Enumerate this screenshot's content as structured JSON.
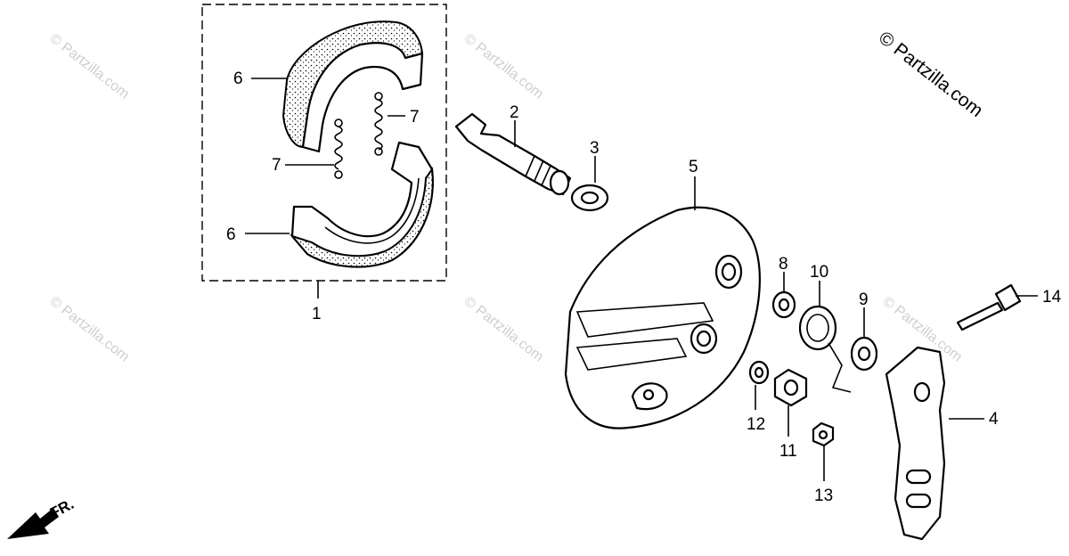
{
  "watermark": {
    "brand_text": "© Partzilla.com",
    "faint_text": "© Partzilla.com"
  },
  "direction_label": "FR.",
  "callouts": {
    "c1": "1",
    "c2": "2",
    "c3": "3",
    "c4": "4",
    "c5": "5",
    "c6a": "6",
    "c6b": "6",
    "c7a": "7",
    "c7b": "7",
    "c8": "8",
    "c9": "9",
    "c10": "10",
    "c11": "11",
    "c12": "12",
    "c13": "13",
    "c14": "14"
  },
  "colors": {
    "ink": "#000000",
    "watermark": "#cfcfcf",
    "background": "#ffffff"
  }
}
